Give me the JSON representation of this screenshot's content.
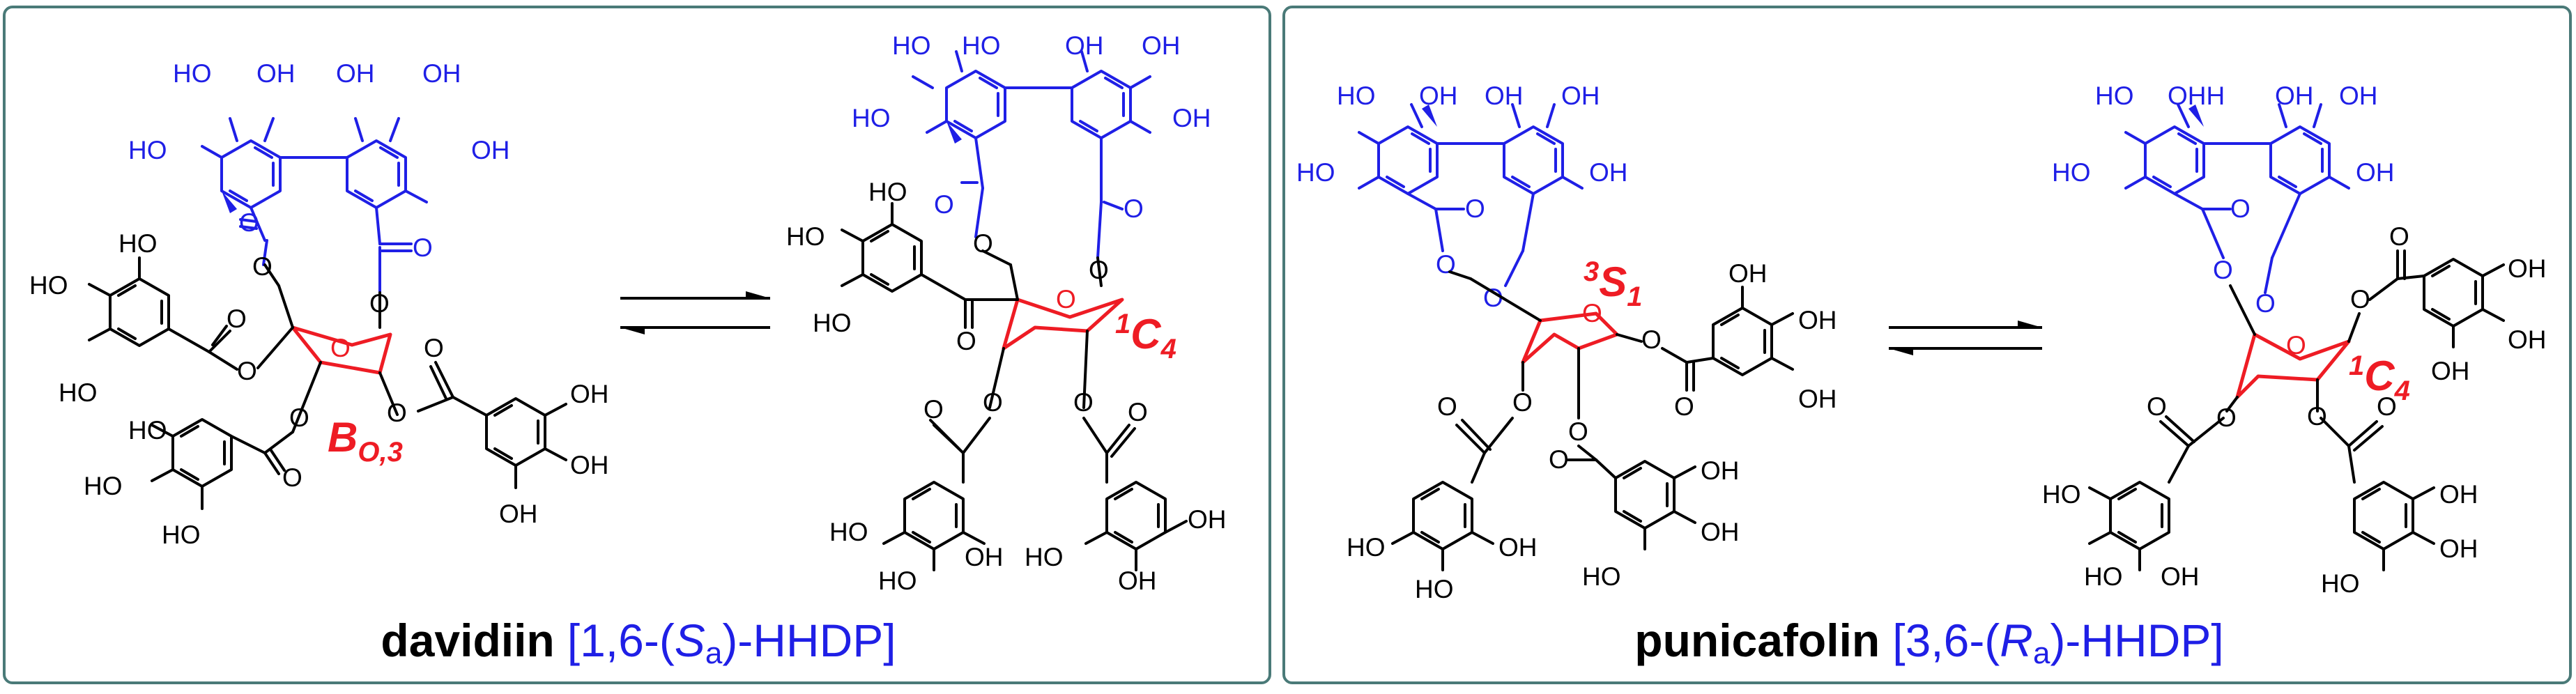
{
  "panels": [
    {
      "compound": "davidiin",
      "descriptor_pre": "[1,6-(",
      "descriptor_italic": "S",
      "descriptor_sub": "a",
      "descriptor_post": ")-HHDP]",
      "conformer_left": {
        "letter": "B",
        "sub": "O,3"
      },
      "conformer_right": {
        "sup": "1",
        "letter": "C",
        "sub": "4"
      }
    },
    {
      "compound": "punicafolin",
      "descriptor_pre": "[3,6-(",
      "descriptor_italic": "R",
      "descriptor_sub": "a",
      "descriptor_post": ")-HHDP]",
      "conformer_left": {
        "sup": "3",
        "letter": "S",
        "sub": "1"
      },
      "conformer_right": {
        "sup": "1",
        "letter": "C",
        "sub": "4"
      }
    }
  ],
  "atoms": {
    "hydroxyl": "OH",
    "hydroxyl_left": "HO",
    "oxygen": "O",
    "oxygen_h": "OHH"
  },
  "colors": {
    "frame": "#4a7a78",
    "hhdp": "#1f1fe6",
    "sugar": "#ee1c24",
    "bonds": "#000000"
  }
}
